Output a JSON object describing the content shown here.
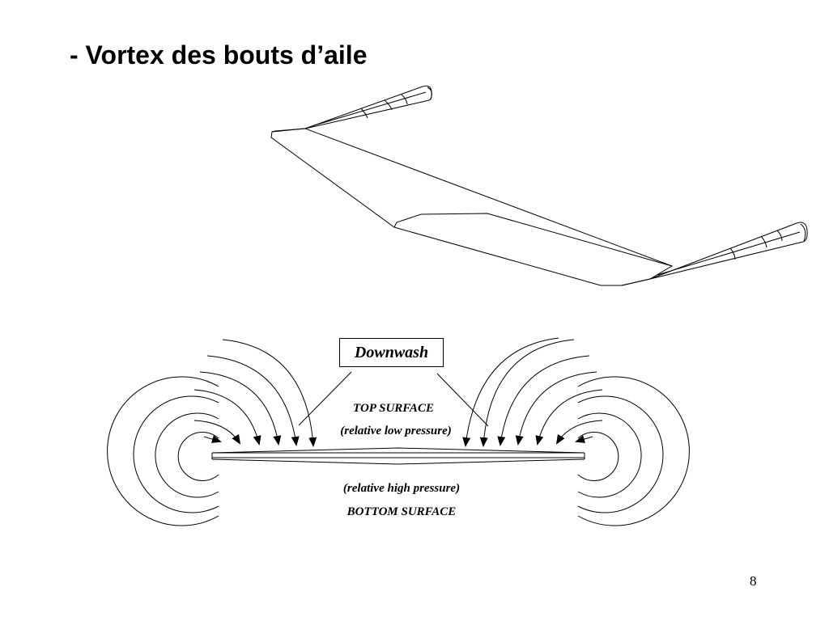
{
  "slide": {
    "title": "- Vortex des bouts d’aile",
    "page_number": "8"
  },
  "diagram": {
    "callout_label": "Downwash",
    "top_surface_label": "TOP SURFACE",
    "top_pressure_label": "(relative low pressure)",
    "bottom_pressure_label": "(relative high pressure)",
    "bottom_surface_label": "BOTTOM SURFACE"
  }
}
